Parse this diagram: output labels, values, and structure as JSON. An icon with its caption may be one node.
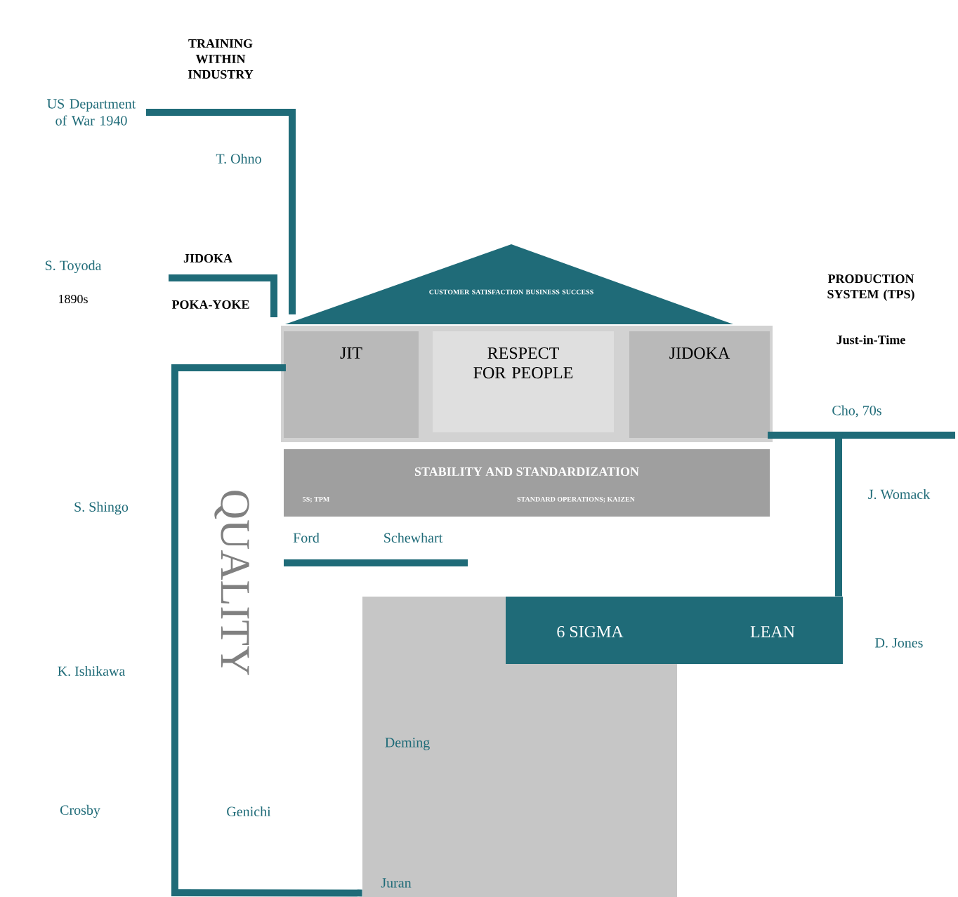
{
  "diagram": {
    "nodes": [
      {
        "text": [
          "CUSTOMER SATISFACTION BUSINESS SUCCESS"
        ]
      },
      {
        "text": [
          "JIT"
        ]
      },
      {
        "text": [
          "RESPECT FOR PEOPLE"
        ]
      },
      {
        "text": [
          "JIDOKA"
        ]
      },
      {
        "text": [
          "STABILITY AND STANDARDIZATION",
          "5S; TPM",
          "STANDARD OPERATIONS; KAIZEN"
        ]
      },
      {
        "text": [],
        "shape": "box"
      },
      {
        "text": [
          "6 SIGMA",
          "LEAN"
        ]
      }
    ],
    "edges": [
      {
        "from": 1,
        "to": 5,
        "arrow": "none"
      },
      {
        "from": 3,
        "to": 6,
        "arrow": "none"
      }
    ],
    "labels": [
      "TRAINING WITHIN INDUSTRY",
      "US Department of War 1940",
      "T. Ohno",
      "JIDOKA",
      "S. Toyoda",
      "1890s",
      "POKA-YOKE",
      "PRODUCTION SYSTEM (TPS)",
      "Just-in-Time",
      "Cho, 70s",
      "QUALITY",
      "S. Shingo",
      "J. Womack",
      "Ford",
      "Schewhart",
      "D. Jones",
      "K. Ishikawa",
      "Deming",
      "Crosby",
      "Genichi",
      "Juran"
    ]
  }
}
